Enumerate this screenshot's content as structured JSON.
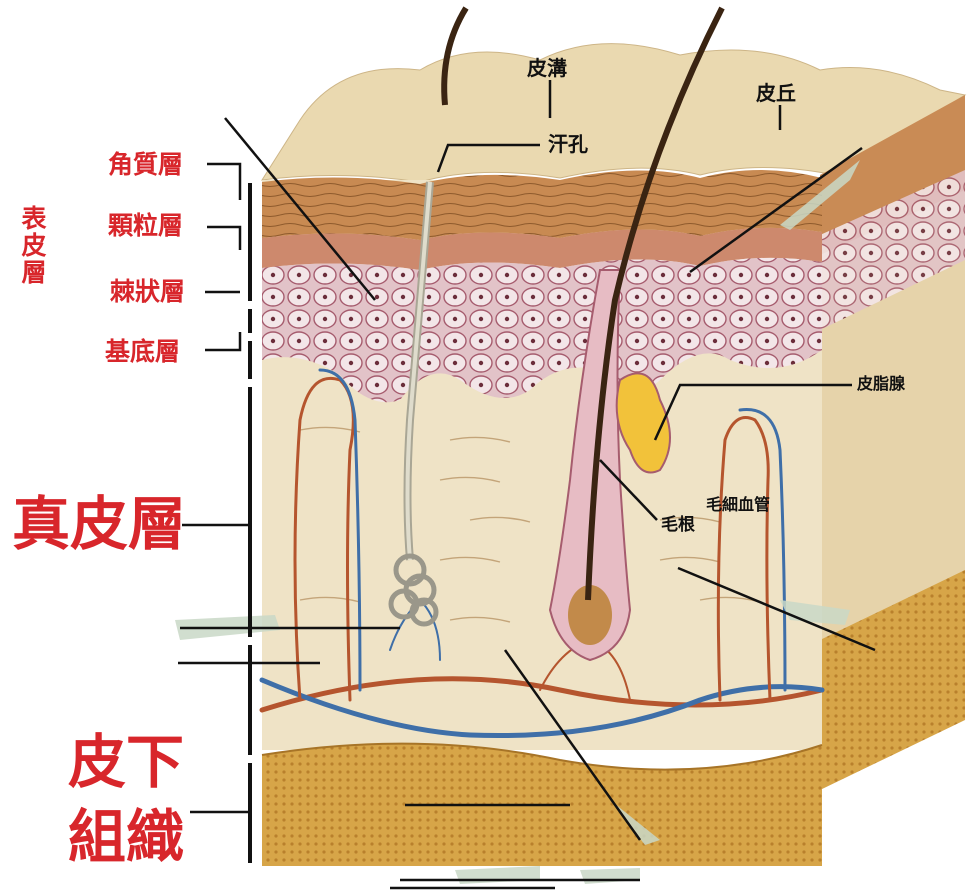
{
  "labels": {
    "epidermis": "表皮層",
    "stratum_corneum": "角質層",
    "stratum_granulosum": "顆粒層",
    "stratum_spinosum": "棘狀層",
    "stratum_basale": "基底層",
    "dermis": "真皮層",
    "subcutaneous_line1": "皮下",
    "subcutaneous_line2": "組織",
    "skin_furrow": "皮溝",
    "sweat_pore": "汗孔",
    "skin_ridge": "皮丘",
    "sebaceous_gland": "皮脂腺",
    "hair_root": "毛根",
    "capillary": "毛細血管"
  },
  "colors": {
    "label_red": "#d8262b",
    "label_black": "#111111",
    "skin_surface": "#eadbb4",
    "corneum": "#c98b55",
    "spinosum": "#ddb9c0",
    "dermis": "#efe3c6",
    "fat": "#d9aa4e",
    "artery": "#b5552e",
    "vein": "#3f6fa8",
    "sebum": "#f2c23a"
  }
}
